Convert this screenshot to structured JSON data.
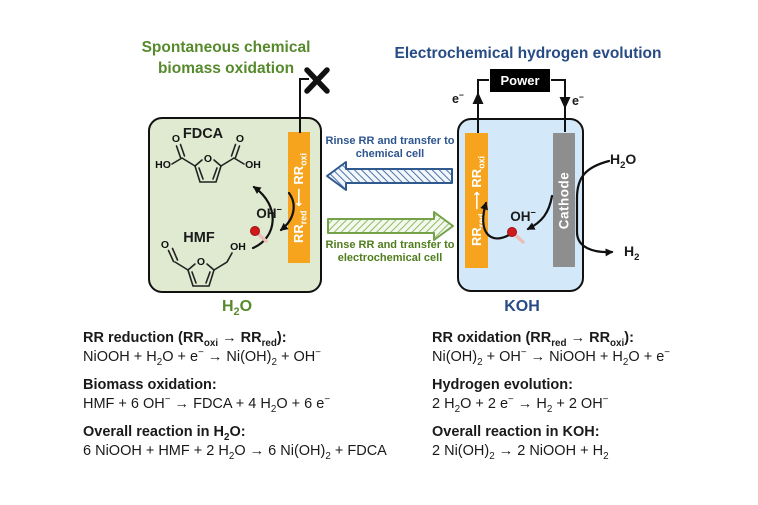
{
  "header": {
    "left_title": "Spontaneous chemical biomass oxidation",
    "right_title": "Electrochemical hydrogen evolution"
  },
  "left_cell": {
    "fdca_label": "FDCA",
    "hmf_label": "HMF",
    "oh_label": "OH^{−}",
    "solvent_label": "H_{2}O",
    "bar_label": "RR_{red} ⟵ RR_{oxi}",
    "fdca_atoms": {
      "carbonyl_left_o": "O",
      "hydroxyl_left": "HO",
      "ring_o": "O",
      "carbonyl_right_o": "O",
      "hydroxyl_right": "OH"
    },
    "hmf_atoms": {
      "aldehyde_o": "O",
      "ring_o": "O",
      "hydroxymethyl_oh": "OH"
    }
  },
  "right_cell": {
    "bar_label": "RR_{red} ⟶ RR_{oxi}",
    "cathode_label": "Cathode",
    "power_label": "Power",
    "electron_left": "e^{−}",
    "electron_right": "e^{−}",
    "oh_label": "OH^{−}",
    "h2o_label": "H_{2}O",
    "h2_label": "H_{2}",
    "solvent_label": "KOH"
  },
  "transfer": {
    "to_chemical": "Rinse RR and transfer to chemical cell",
    "to_electrochemical": "Rinse RR and transfer to electrochemical cell"
  },
  "equations": {
    "left": [
      {
        "heading": "RR reduction (RR_{oxi} → RR_{red}):",
        "formula": "NiOOH + H_{2}O + e^{−} → Ni(OH)_{2} + OH^{−}"
      },
      {
        "heading": "Biomass oxidation:",
        "formula": "HMF + 6 OH^{−} → FDCA + 4 H_{2}O + 6 e^{−}"
      },
      {
        "heading": "Overall reaction in H_{2}O:",
        "formula": "6 NiOOH + HMF + 2 H_{2}O → 6 Ni(OH)_{2} + FDCA"
      }
    ],
    "right": [
      {
        "heading": "RR oxidation (RR_{red} → RR_{oxi}):",
        "formula": "Ni(OH)_{2} + OH^{−} → NiOOH + H_{2}O + e^{−}"
      },
      {
        "heading": "Hydrogen evolution:",
        "formula": "2 H_{2}O + 2 e^{−} → H_{2} + 2 OH^{−}"
      },
      {
        "heading": "Overall reaction in KOH:",
        "formula": "2 Ni(OH)_{2} → 2 NiOOH + H_{2}"
      }
    ]
  },
  "colors": {
    "left_theme_green": "#568a2c",
    "right_theme_blue": "#274b85",
    "cell_left_fill": "#dfead0",
    "cell_right_fill": "#d3e8f8",
    "redox_bar_orange": "#f6a41d",
    "cathode_gray": "#8e8e8e",
    "power_black": "#000000",
    "match_red": "#cf1b1b"
  }
}
